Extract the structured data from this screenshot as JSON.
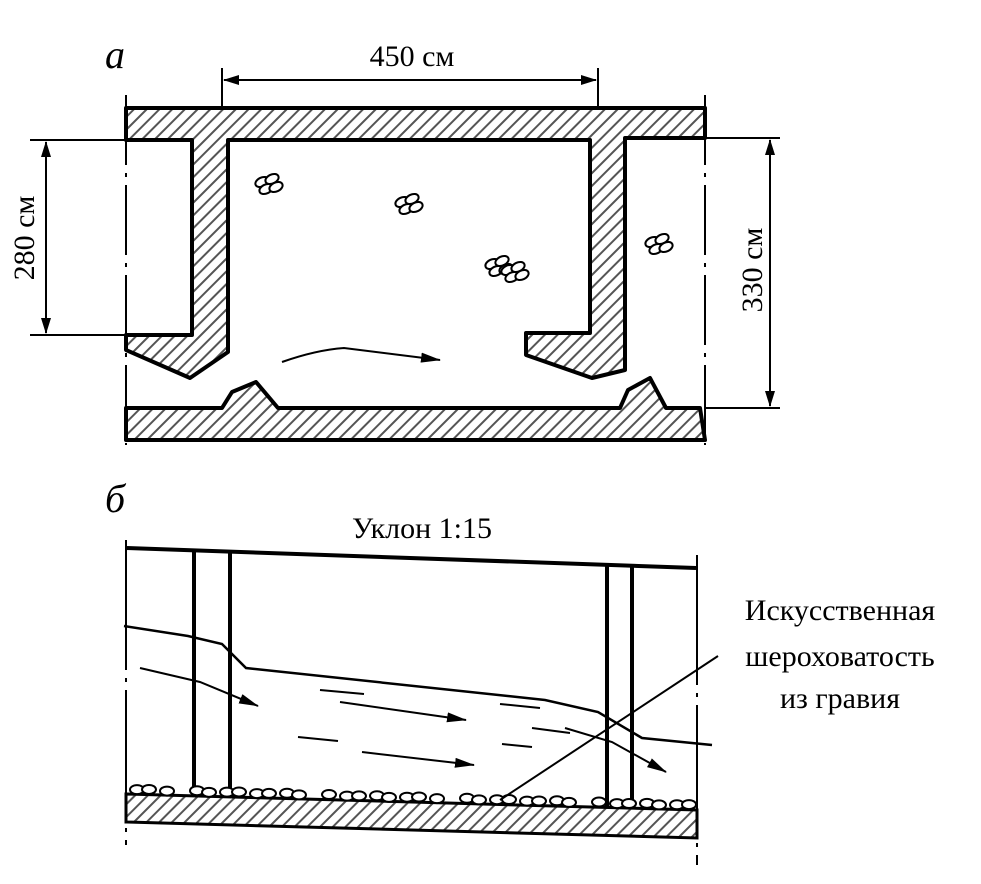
{
  "panel_a": {
    "letter": "а",
    "dim_top": "450 см",
    "dim_left": "280 см",
    "dim_right": "330 см"
  },
  "panel_b": {
    "letter": "б",
    "slope_label": "Уклон 1:15",
    "roughness_label": [
      "Искусственная",
      "шероховатость",
      "из гравия"
    ]
  },
  "colors": {
    "line": "#000000",
    "hatch": "#555555",
    "background": "#ffffff"
  }
}
